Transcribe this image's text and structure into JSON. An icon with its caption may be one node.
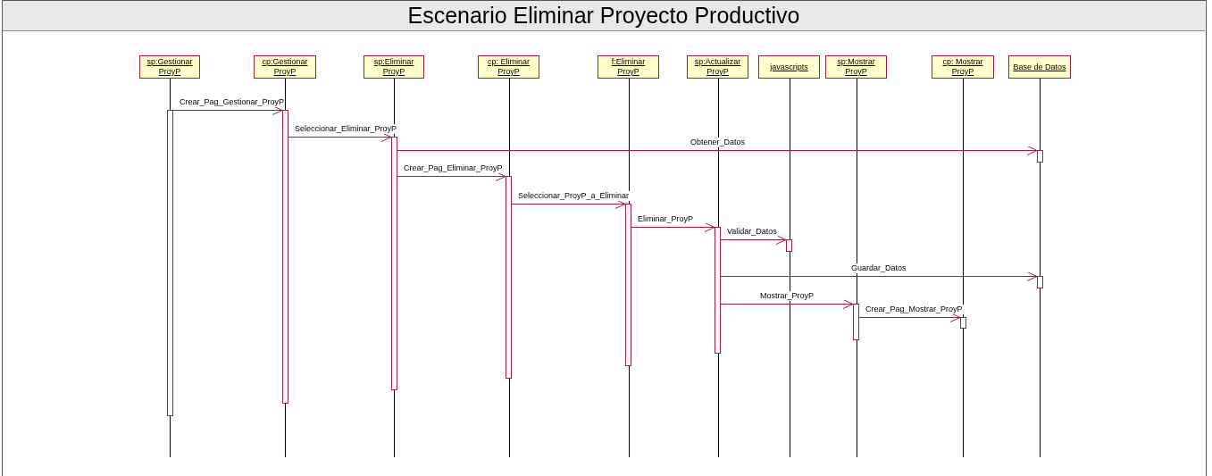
{
  "diagram": {
    "title": "Escenario Eliminar Proyecto Productivo",
    "nodes": [
      {
        "text": [
          "sp:Gestionar ProyP"
        ]
      },
      {
        "text": [
          "cp:Gestionar ProyP"
        ]
      },
      {
        "text": [
          "sp:Eliminar ProyP"
        ]
      },
      {
        "text": [
          "cp: Eliminar ProyP"
        ]
      },
      {
        "text": [
          "f:Eliminar ProyP"
        ]
      },
      {
        "text": [
          "sp:Actualizar ProyP"
        ]
      },
      {
        "text": [
          "javascripts"
        ]
      },
      {
        "text": [
          "sp:Mostrar ProyP"
        ]
      },
      {
        "text": [
          "cp: Mostrar ProyP"
        ]
      },
      {
        "text": [
          "Base de Datos"
        ]
      },
      {
        "text": [],
        "shape": "bar"
      },
      {
        "text": [],
        "shape": "bar"
      },
      {
        "text": [],
        "shape": "bar"
      },
      {
        "text": [],
        "shape": "bar"
      },
      {
        "text": [],
        "shape": "bar"
      },
      {
        "text": [],
        "shape": "bar"
      },
      {
        "text": [],
        "shape": "bar"
      },
      {
        "text": [],
        "shape": "bar"
      },
      {
        "text": [],
        "shape": "bar"
      },
      {
        "text": [],
        "shape": "bar"
      },
      {
        "text": [],
        "shape": "bar"
      }
    ],
    "edges": [
      {
        "from": 10,
        "to": 11,
        "arrow": "to",
        "label": "Crear_Pag_Gestionar_ProyP"
      },
      {
        "from": 11,
        "to": 12,
        "arrow": "to",
        "label": "Seleccionar_Eliminar_ProyP"
      },
      {
        "from": 12,
        "to": 19,
        "arrow": "to",
        "label": "Obtener_Datos"
      },
      {
        "from": 12,
        "to": 13,
        "arrow": "to",
        "label": "Crear_Pag_Eliminar_ProyP"
      },
      {
        "from": 13,
        "to": 14,
        "arrow": "to",
        "label": "Seleccionar_ProyP_a_Eliminar"
      },
      {
        "from": 14,
        "to": 15,
        "arrow": "to",
        "label": "Eliminar_ProyP"
      },
      {
        "from": 15,
        "to": 16,
        "arrow": "to",
        "label": "Validar_Datos"
      },
      {
        "from": 15,
        "to": 20,
        "arrow": "to",
        "label": "Guardar_Datos"
      },
      {
        "from": 15,
        "to": 17,
        "arrow": "to",
        "label": "Mostrar_ProyP"
      },
      {
        "from": 17,
        "to": 18,
        "arrow": "to",
        "label": "Crear_Pag_Mostrar_ProyP"
      }
    ]
  }
}
